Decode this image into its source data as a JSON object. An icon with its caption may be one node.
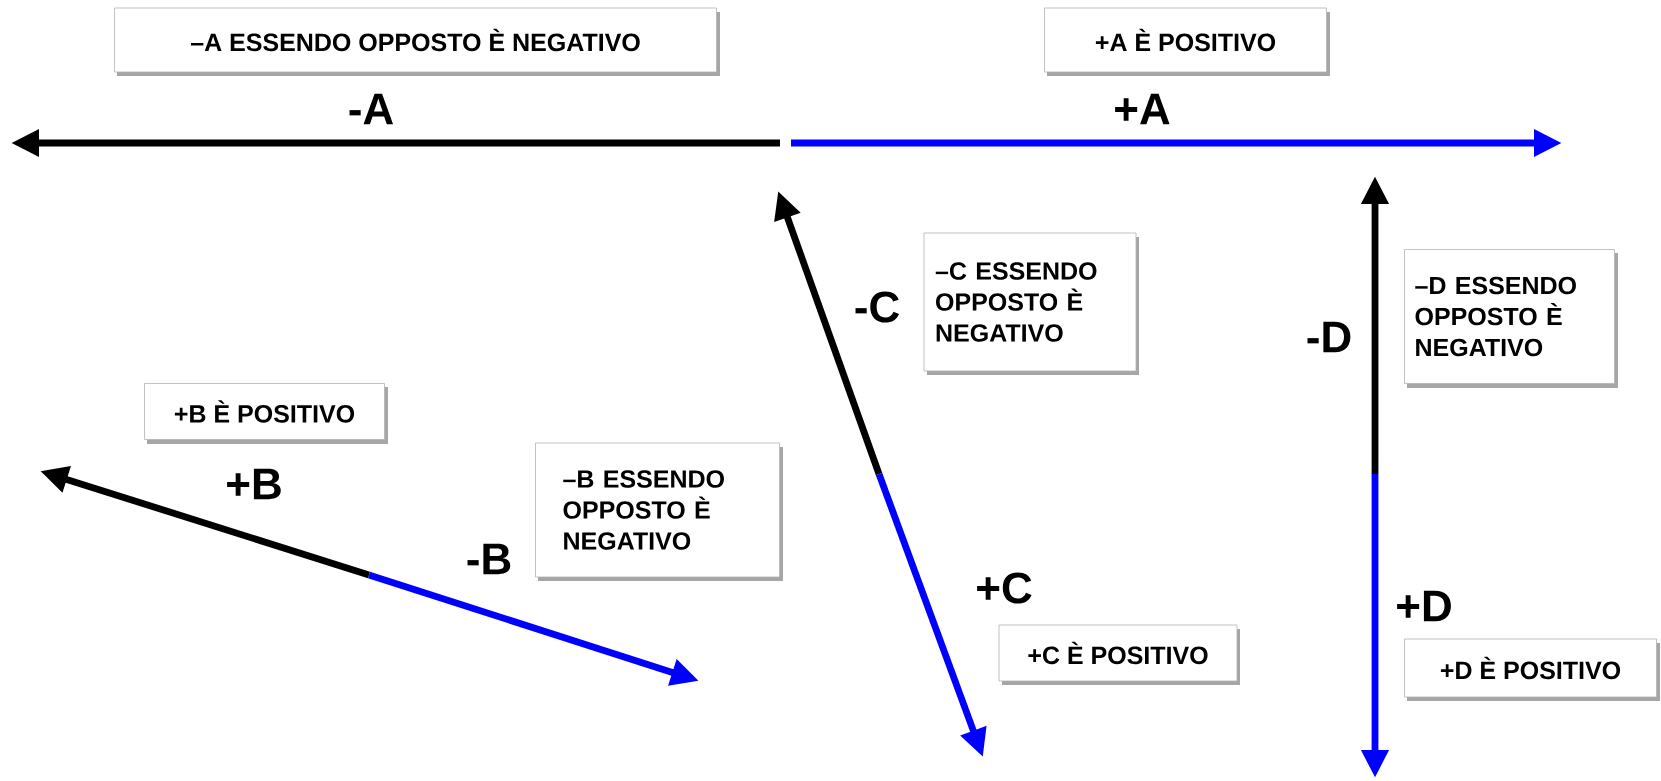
{
  "diagram": {
    "nodes": [
      {
        "text": [
          "–A ESSENDO OPPOSTO È NEGATIVO"
        ]
      },
      {
        "text": [
          "+A È POSITIVO"
        ]
      },
      {
        "text": [
          "–C ESSENDO OPPOSTO È NEGATIVO"
        ]
      },
      {
        "text": [
          "–D ESSENDO OPPOSTO È NEGATIVO"
        ]
      },
      {
        "text": [
          "+B È POSITIVO"
        ]
      },
      {
        "text": [
          "–B ESSENDO OPPOSTO È NEGATIVO"
        ]
      },
      {
        "text": [
          "+C È POSITIVO"
        ]
      },
      {
        "text": [
          "+D È POSITIVO"
        ]
      }
    ],
    "labels": [
      "-A",
      "+A",
      "-C",
      "-D",
      "+B",
      "-B",
      "+C",
      "+D"
    ]
  }
}
